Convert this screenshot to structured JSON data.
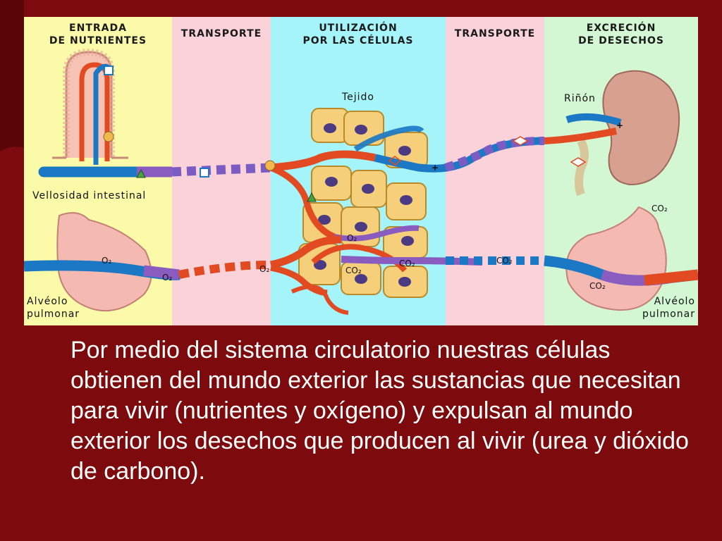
{
  "slide": {
    "colors": {
      "background": "#7d0b0d",
      "accent_dark": "#5a0608"
    },
    "caption": "Por medio del sistema circulatorio nuestras células obtienen del mundo exterior las sustancias que necesitan para vivir (nutrientes y oxígeno) y expulsan al mundo exterior los desechos que producen al vivir (urea y dióxido de carbono)."
  },
  "figure": {
    "columns": {
      "entrada_line1": "ENTRADA",
      "entrada_line2": "DE NUTRIENTES",
      "transporte_left": "TRANSPORTE",
      "utilizacion_line1": "UTILIZACIÓN",
      "utilizacion_line2": "POR LAS CÉLULAS",
      "transporte_right": "TRANSPORTE",
      "excrecion_line1": "EXCRECIÓN",
      "excrecion_line2": "DE DESECHOS"
    },
    "column_colors": {
      "entrada": "#fafaa8",
      "transporte": "#fad2da",
      "utilizacion": "#a4f4fa",
      "excrecion": "#d2f7d2"
    },
    "labels": {
      "tejido": "Tejido",
      "rinon": "Riñón",
      "vellosidad": "Vellosidad intestinal",
      "alveolo_left_1": "Alvéolo",
      "alveolo_left_2": "pulmonar",
      "alveolo_right_1": "Alvéolo",
      "alveolo_right_2": "pulmonar"
    },
    "gas_labels": {
      "o2_alveolo": "O₂",
      "o2_vessel": "O₂",
      "o2_capillary": "O₂",
      "o2_tissue": "O₂",
      "co2_tissue": "CO₂",
      "co2_cells": "CO₂",
      "co2_vessel": "CO₂",
      "co2_alveolo": "CO₂",
      "co2_out": "CO₂"
    },
    "vessel_colors": {
      "arterial": "#e24a22",
      "venous": "#1a78c4",
      "mixed": "#8a5cc0"
    }
  }
}
